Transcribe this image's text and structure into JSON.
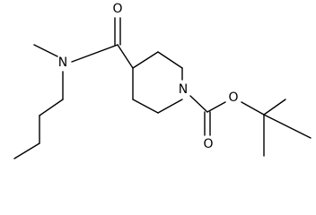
{
  "molecule": {
    "atoms": {
      "amide_o": "O",
      "amide_n": "N",
      "ring_n": "N",
      "ester_o_carbonyl": "O",
      "ester_o_ether": "O"
    },
    "colors": {
      "bond": "#000000",
      "label": "#000000",
      "background": "#ffffff"
    }
  }
}
